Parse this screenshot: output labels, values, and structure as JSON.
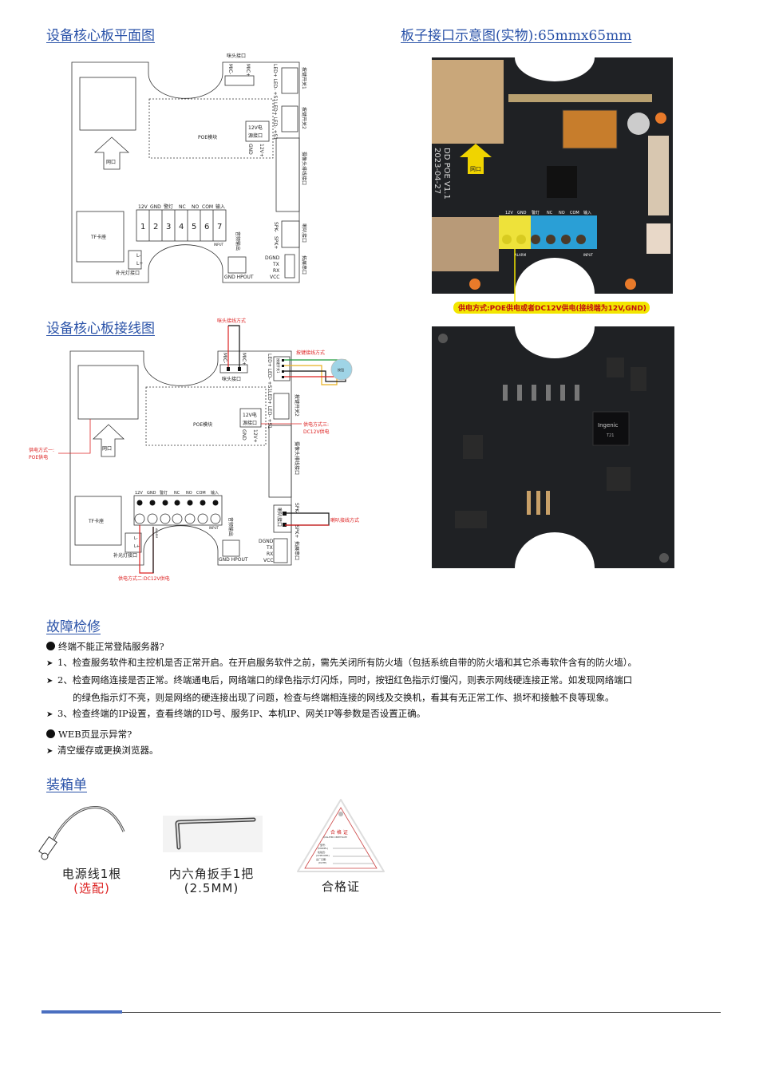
{
  "titles": {
    "plan": "设备核心板平面图",
    "photo": "板子接口示意图(实物):65mmx65mm",
    "wiring": "设备核心板接线图",
    "troubleshoot": "故障检修",
    "packing": "装箱单"
  },
  "plan": {
    "mic_port": "咪头接口",
    "mic_minus": "MIC-",
    "mic_plus": "MIC+",
    "led1": "LED+ LED- +S1",
    "led2": "LED+ LED- +S1",
    "button1": "按键开关1",
    "button2": "按键开关2",
    "poe": "POE模块",
    "power12v_a": "12V电",
    "power12v_b": "源接口",
    "gnd": "GND",
    "v12plus": "12V+",
    "camera": "摄像头排线接口",
    "net": "网口",
    "terminal_labels": [
      "12V",
      "GND",
      "警灯",
      "NC",
      "NO",
      "COM",
      "输入"
    ],
    "terminal_numbers": [
      "1",
      "2",
      "3",
      "4",
      "5",
      "6",
      "7"
    ],
    "input": "INPUT",
    "tf": "TF卡座",
    "fill_light": "补光灯接口",
    "l_minus": "L-",
    "l_plus": "L+",
    "audio_out": "音频输出",
    "gnd_hpout": "GND  HPOUT",
    "spk_minus": "SPK-",
    "spk_plus": "SPK+",
    "speaker": "喇叭接口",
    "serial": "拓展串口",
    "serial_pins": [
      "DGND",
      "TX",
      "RX",
      "VCC"
    ]
  },
  "wiring": {
    "mic_wiring": "咪头接线方式",
    "button_wiring": "按键接线方式",
    "button": "按钮",
    "button_port": "按键开关1",
    "power3_a": "供电方式三:",
    "power3_b": "DC12V供电",
    "power1_a": "供电方式一:",
    "power1_b": "POE供电",
    "power2": "供电方式二:DC12V供电",
    "speaker_wiring": "喇叭接线方式",
    "alarm": "ALARM"
  },
  "photo": {
    "board_text_1": "DD POE V1.1",
    "board_text_2": "2023-04-27",
    "net": "网口",
    "terminal_labels": [
      "12V",
      "GND",
      "警灯",
      "NC",
      "NO",
      "COM",
      "输入"
    ],
    "alarm": "ALARM",
    "input": "INPUT",
    "power_note": "供电方式:POE供电或者DC12V供电(接线端为12V,GND)",
    "chip_brand": "Ingenic",
    "chip_model": "T21",
    "colors": {
      "board": "#1f2124",
      "yellow": "#f2e600",
      "blue": "#2a9fd6",
      "orange": "#e87a2a"
    }
  },
  "troubleshoot": {
    "q1": "终端不能正常登陆服务器?",
    "a1": "1、检查服务软件和主控机是否正常开启。在开启服务软件之前，需先关闭所有防火墙（包括系统自带的防火墙和其它杀毒软件含有的防火墙）。",
    "a2_line1": "2、检查网络连接是否正常。终端通电后，网络端口的绿色指示灯闪烁，同时，按钮红色指示灯慢闪，则表示网线硬连接正常。如发现网络端口",
    "a2_line2": "的绿色指示灯不亮，则是网络的硬连接出现了问题，检查与终端相连接的网线及交换机，看其有无正常工作、损坏和接触不良等现象。",
    "a3": "3、检查终端的IP设置，查看终端的ID号、服务IP、本机IP、网关IP等参数是否设置正确。",
    "q2": "WEB页显示异常?",
    "b1": "清空缓存或更换浏览器。"
  },
  "packing": {
    "items": [
      {
        "label": "电源线1根",
        "note": "(选配)"
      },
      {
        "label": "内六角扳手1把",
        "note": "(2.5MM)"
      },
      {
        "label": "合格证"
      }
    ],
    "cert": {
      "title": "合 格 证",
      "subtitle": "QUALIFIED CERTIFICATE",
      "model": "型号:",
      "model_en": "(MODEL)",
      "checker": "检验员:",
      "checker_en": "(CHECKER)",
      "date": "出厂日期:",
      "date_en": "(DATE)"
    }
  }
}
